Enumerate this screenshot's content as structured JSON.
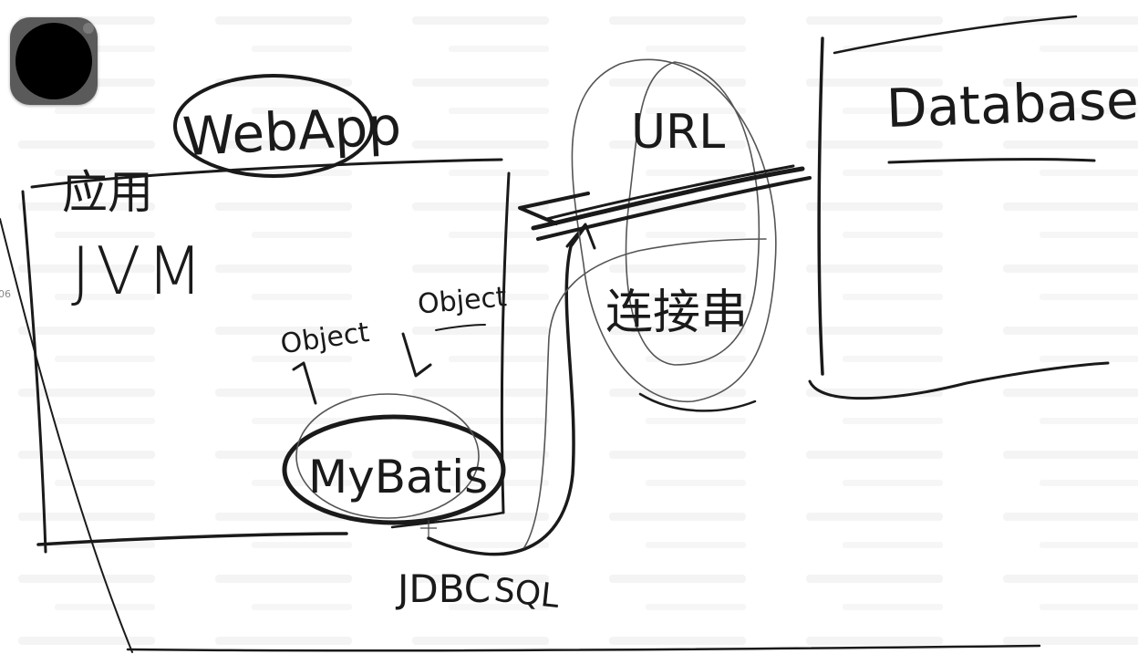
{
  "labels": {
    "webapp": "WebApp",
    "yingyong": "应用",
    "jvm": "JVM",
    "object_left": "Object",
    "object_right": "Object",
    "mybatis": "MyBatis",
    "url": "URL",
    "lianjiechuan": "连接串",
    "database": "Database",
    "jdbc": "JDBC",
    "sql": "SQL"
  },
  "edge_number": "06",
  "icons": {
    "record_button": "record-button-icon"
  },
  "colors": {
    "ink": "#1a1a1a",
    "ink_light": "#555555",
    "background": "#ffffff",
    "button": "#5a5a5a"
  }
}
